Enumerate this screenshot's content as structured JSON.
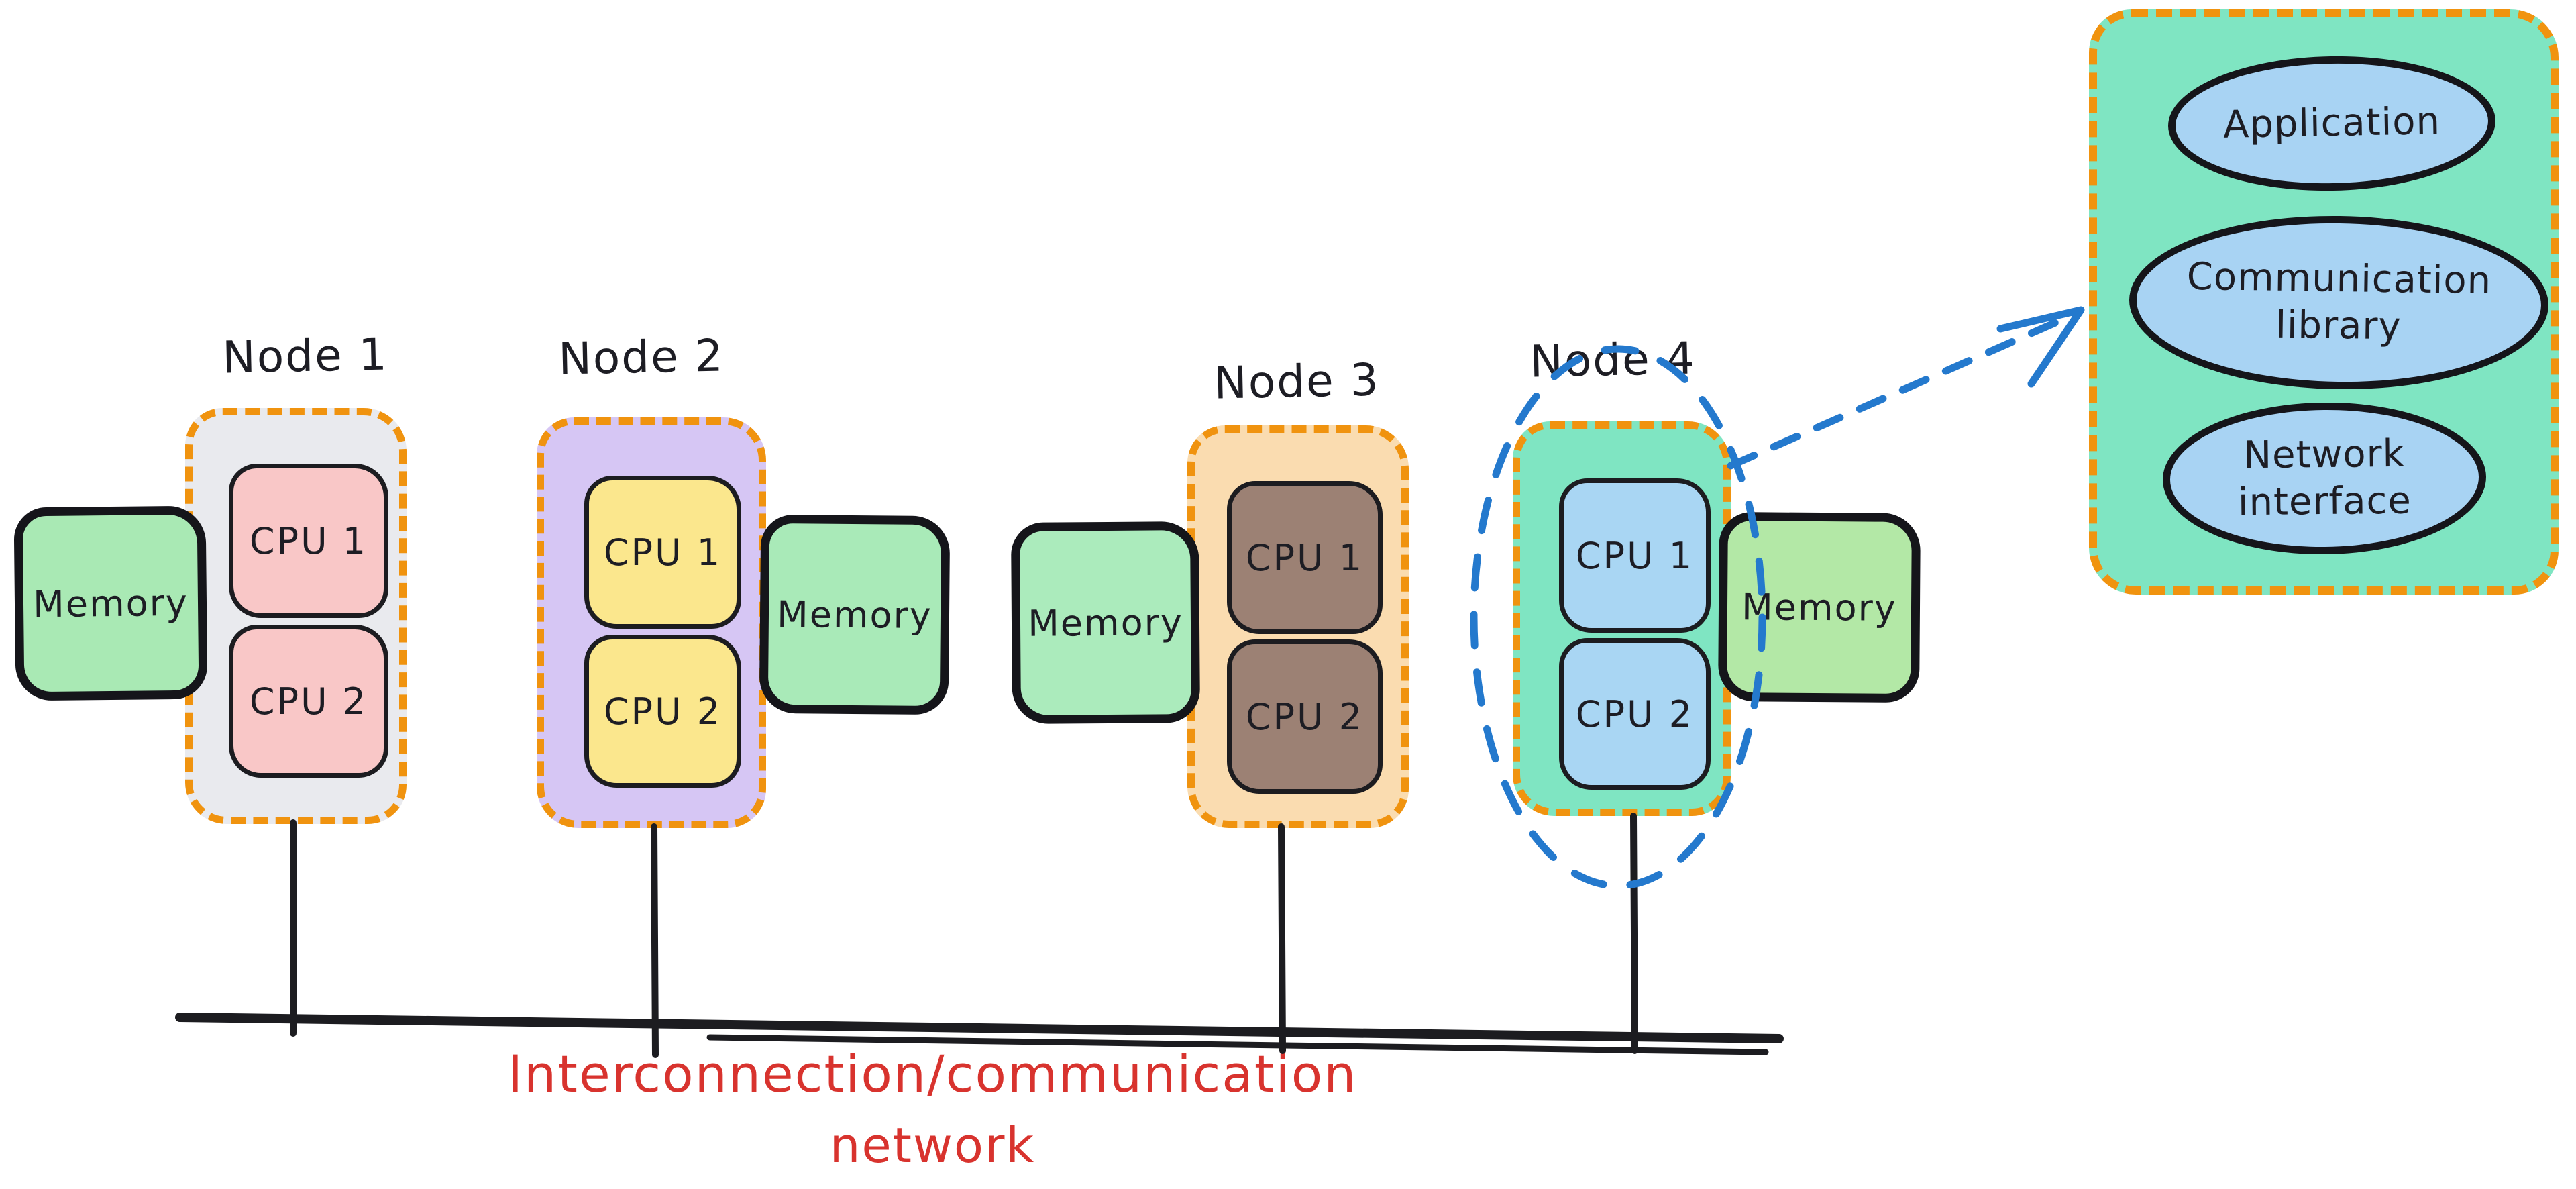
{
  "nodes": [
    {
      "title": "Node 1",
      "cpus": [
        "CPU 1",
        "CPU 2"
      ],
      "memory": "Memory",
      "memory_side": "left",
      "box_fill": "#e9eaee",
      "cpu_fill": "#f9c7c7",
      "memory_fill": "#a9e9b4"
    },
    {
      "title": "Node 2",
      "cpus": [
        "CPU 1",
        "CPU 2"
      ],
      "memory": "Memory",
      "memory_side": "right",
      "box_fill": "#d6c6f4",
      "cpu_fill": "#fbe78d",
      "memory_fill": "#a9eab8"
    },
    {
      "title": "Node 3",
      "cpus": [
        "CPU 1",
        "CPU 2"
      ],
      "memory": "Memory",
      "memory_side": "left",
      "box_fill": "#fadcb0",
      "cpu_fill": "#9c8174",
      "memory_fill": "#abebbc"
    },
    {
      "title": "Node 4",
      "cpus": [
        "CPU 1",
        "CPU 2"
      ],
      "memory": "Memory",
      "memory_side": "right",
      "box_fill": "#7fe5c2",
      "cpu_fill": "#a9d6f3",
      "memory_fill": "#b3e8a6"
    }
  ],
  "network": {
    "label_line1": "Interconnection/communication",
    "label_line2": "network",
    "label_color": "#d8332e"
  },
  "detail_panel": {
    "fill": "#7fe5c2",
    "item_fill": "#a8d3f3",
    "items": [
      "Application",
      "Communication library",
      "Network interface"
    ]
  },
  "colors": {
    "node_border_dash": "#f0930f",
    "annotation_blue": "#2479cd",
    "ink": "#1c1c20"
  }
}
